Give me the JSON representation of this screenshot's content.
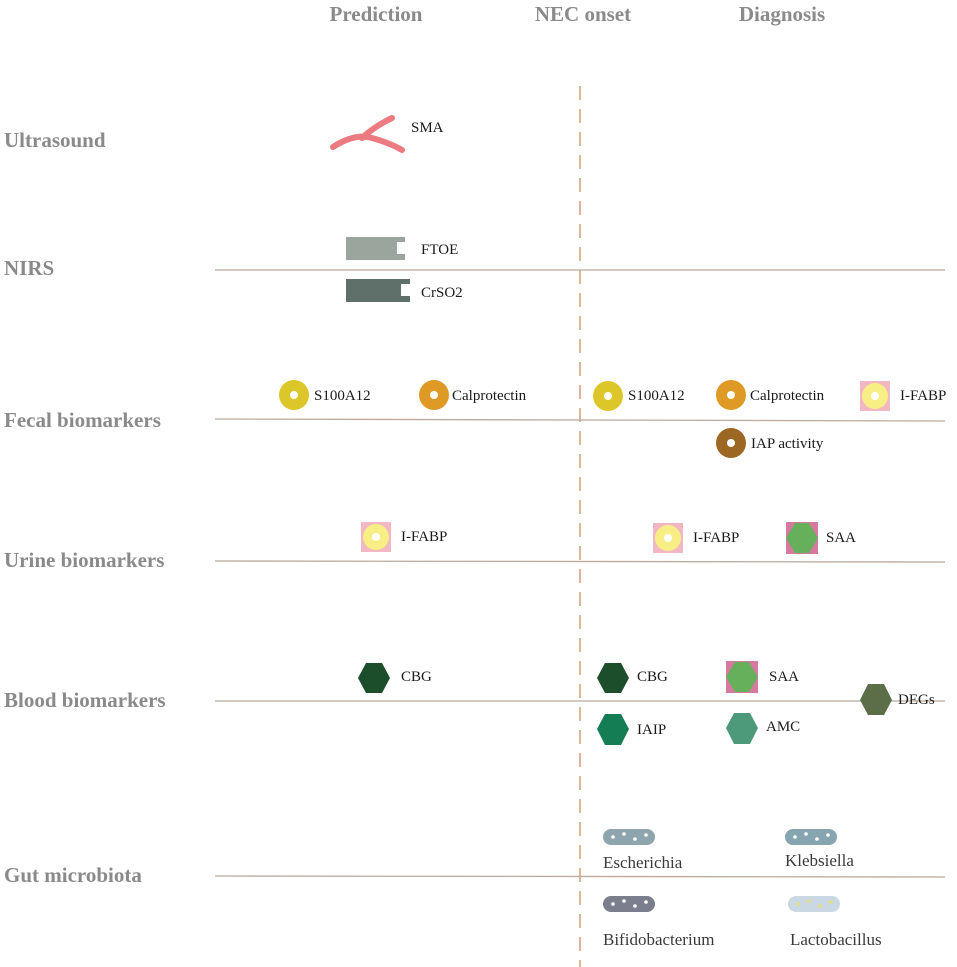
{
  "headers": {
    "prediction": "Prediction",
    "onset": "NEC onset",
    "diagnosis": "Diagnosis"
  },
  "rows": {
    "ultrasound": "Ultrasound",
    "nirs": "NIRS",
    "fecal": "Fecal biomarkers",
    "urine": "Urine biomarkers",
    "blood": "Blood biomarkers",
    "gut": "Gut microbiota"
  },
  "markers": {
    "sma": "SMA",
    "ftoe": "FTOE",
    "crso2": "CrSO2",
    "pred_s100a12": "S100A12",
    "pred_calprotectin": "Calprotectin",
    "diag_s100a12": "S100A12",
    "diag_calprotectin": "Calprotectin",
    "diag_ifabp_fecal": "I-FABP",
    "iap": "IAP activity",
    "pred_ifabp_urine": "I-FABP",
    "diag_ifabp_urine": "I-FABP",
    "saa_urine": "SAA",
    "pred_cbg": "CBG",
    "diag_cbg": "CBG",
    "saa_blood": "SAA",
    "degs": "DEGs",
    "iaip": "IAIP",
    "amc": "AMC",
    "escherichia": "Escherichia",
    "klebsiella": "Klebsiella",
    "bifidobacterium": "Bifidobacterium",
    "lactobacillus": "Lactobacillus"
  },
  "colors": {
    "row_label": "#8a8a8a",
    "row_line": "#bba99c",
    "onset_line": "#d9b896",
    "sma": "#ec7a80",
    "ftoe": "#9aa59d",
    "crso2": "#5f6f69",
    "s100a12": "#dcc62a",
    "calprotectin": "#df9a25",
    "iap": "#9c6722",
    "ifabp_outer": "#f1b8c4",
    "ifabp_inner": "#f7ef85",
    "cbg": "#1d4e2b",
    "saa_green": "#66b05c",
    "saa_pink": "#d6799e",
    "degs": "#5b6e48",
    "iaip": "#157d54",
    "amc": "#4c9a7a",
    "escherichia": "#8ea5ad",
    "klebsiella": "#86a5b0",
    "bifidobacterium": "#7b7f8d",
    "lactobacillus": "#c9d8e3"
  }
}
